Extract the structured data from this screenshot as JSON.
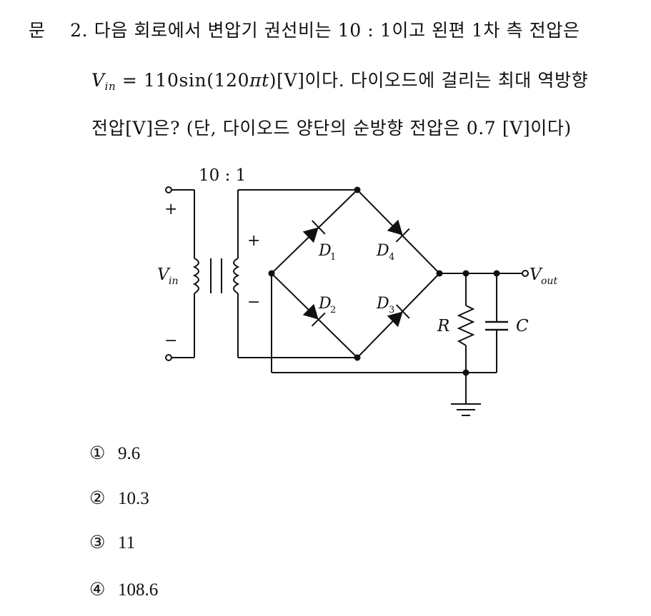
{
  "question": {
    "label": "문",
    "number": "2.",
    "line1": "다음 회로에서 변압기 권선비는 10 : 1이고 왼편 1차 측 전압은",
    "formula_v": "V",
    "formula_sub": "in",
    "formula_rest": " = 110sin(120",
    "formula_pi_t": "πt",
    "formula_unit": ")[V]",
    "line2_tail": "이다. 다이오드에 걸리는 최대 역방향",
    "line3": "전압[V]은? (단, 다이오드 양단의 순방향 전압은 0.7 [V]이다)"
  },
  "circuit": {
    "ratio": "10 : 1",
    "plus": "+",
    "minus": "−",
    "vin": "V",
    "vin_sub": "in",
    "vout": "V",
    "vout_sub": "out",
    "d1": "D",
    "d1_sub": "1",
    "d2": "D",
    "d2_sub": "2",
    "d3": "D",
    "d3_sub": "3",
    "d4": "D",
    "d4_sub": "4",
    "r": "R",
    "c": "C"
  },
  "choices": [
    {
      "mark": "①",
      "value": "9.6"
    },
    {
      "mark": "②",
      "value": "10.3"
    },
    {
      "mark": "③",
      "value": "11"
    },
    {
      "mark": "④",
      "value": "108.6"
    }
  ]
}
